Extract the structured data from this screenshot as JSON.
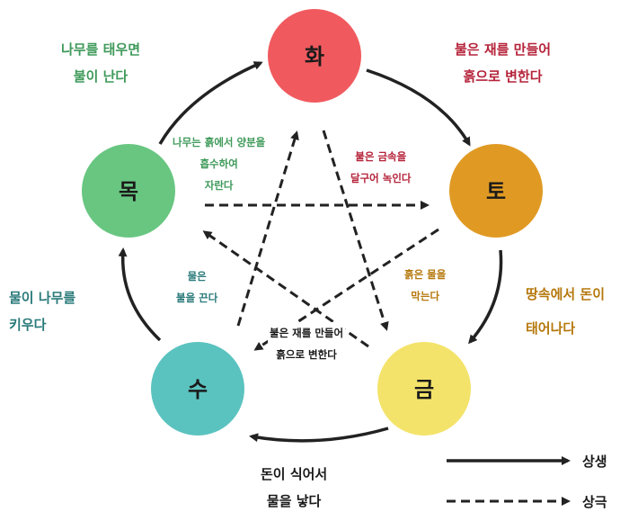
{
  "nodes": {
    "fire": {
      "label": "화",
      "color": "#f05a5e"
    },
    "earth": {
      "label": "토",
      "color": "#e09a24"
    },
    "metal": {
      "label": "금",
      "color": "#f4e36a"
    },
    "water": {
      "label": "수",
      "color": "#5bc3bf"
    },
    "wood": {
      "label": "목",
      "color": "#68c681"
    }
  },
  "generating": {
    "wood_fire": {
      "lines": [
        "나무를 태우면",
        "불이 난다"
      ],
      "color": "#3f9a5a"
    },
    "fire_earth": {
      "lines": [
        "불은 재를 만들어",
        "흙으로 변한다"
      ],
      "color": "#b5233a"
    },
    "earth_metal": {
      "lines": [
        "땅속에서 돈이",
        "태어나다"
      ],
      "color": "#b5780c"
    },
    "metal_water": {
      "lines": [
        "돈이 식어서",
        "물을 낳다"
      ],
      "color": "#1a1a1a"
    },
    "water_wood": {
      "lines": [
        "물이 나무를",
        "키우다"
      ],
      "color": "#2a7a7a"
    }
  },
  "overcoming": {
    "wood_earth": {
      "lines": [
        "나무는 흙에서 양분을",
        "흡수하여",
        "자란다"
      ],
      "color": "#3f9a5a"
    },
    "fire_metal": {
      "lines": [
        "불은 금속을",
        "달구어 녹인다"
      ],
      "color": "#b5233a"
    },
    "earth_water": {
      "lines": [
        "흙은 물을",
        "막는다"
      ],
      "color": "#b5780c"
    },
    "metal_wood": {
      "lines": [
        "불은 재를 만들어",
        "흙으로 변한다"
      ],
      "color": "#1a1a1a"
    },
    "water_fire": {
      "lines": [
        "물은",
        "불을 끈다"
      ],
      "color": "#2a7a7a"
    }
  },
  "legend": {
    "generating": "상생",
    "overcoming": "상극"
  },
  "colors": {
    "arrow": "#222222"
  }
}
